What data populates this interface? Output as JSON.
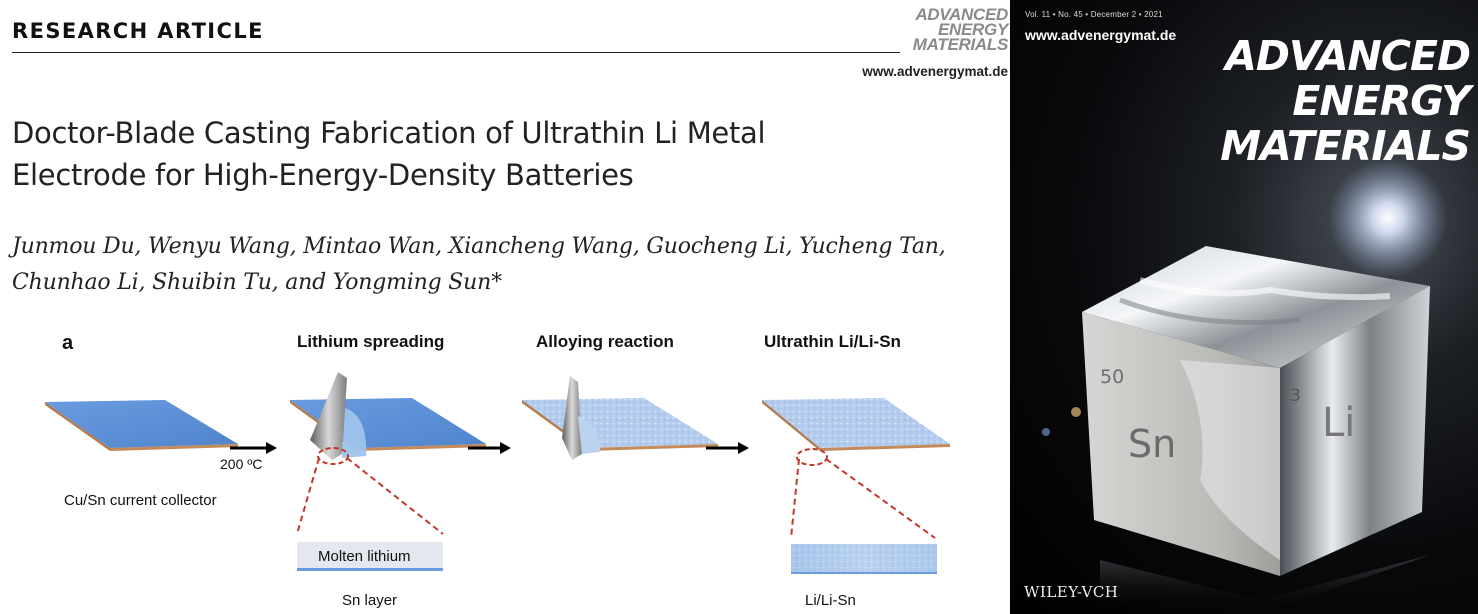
{
  "article": {
    "section_label": "RESEARCH ARTICLE",
    "journal_logo": [
      "ADVANCED",
      "ENERGY",
      "MATERIALS"
    ],
    "journal_url": "www.advenergymat.de",
    "title_line1": "Doctor-Blade Casting Fabrication of Ultrathin Li Metal",
    "title_line2": "Electrode for High-Energy-Density Batteries",
    "authors_line1": "Junmou Du, Wenyu Wang, Mintao Wan, Xiancheng Wang, Guocheng Li, Yucheng Tan,",
    "authors_line2": "Chunhao Li, Shuibin Tu, and Yongming Sun*"
  },
  "figure": {
    "panel_letter": "a",
    "steps": [
      "Lithium spreading",
      "Alloying reaction",
      "Ultrathin Li/Li-Sn"
    ],
    "arrow_label": "200 ºC",
    "caption_collector": "Cu/Sn current collector",
    "molten_label": "Molten lithium",
    "caption_sn": "Sn layer",
    "caption_lisn": "Li/Li-Sn",
    "colors": {
      "blue_sheet": "#5b8fd6",
      "light_sheet": "#a9c6ea",
      "copper_edge": "#c48a5a",
      "dashed_red": "#c0392b"
    }
  },
  "cover": {
    "issue_line": "Vol. 11 • No. 45 • December 2 • 2021",
    "url": "www.advenergymat.de",
    "masthead": [
      "ADVANCED",
      "ENERGY",
      "MATERIALS"
    ],
    "sn_number": "50",
    "sn_symbol": "Sn",
    "li_number": "3",
    "li_symbol": "Li",
    "publisher": "WILEY-VCH"
  }
}
